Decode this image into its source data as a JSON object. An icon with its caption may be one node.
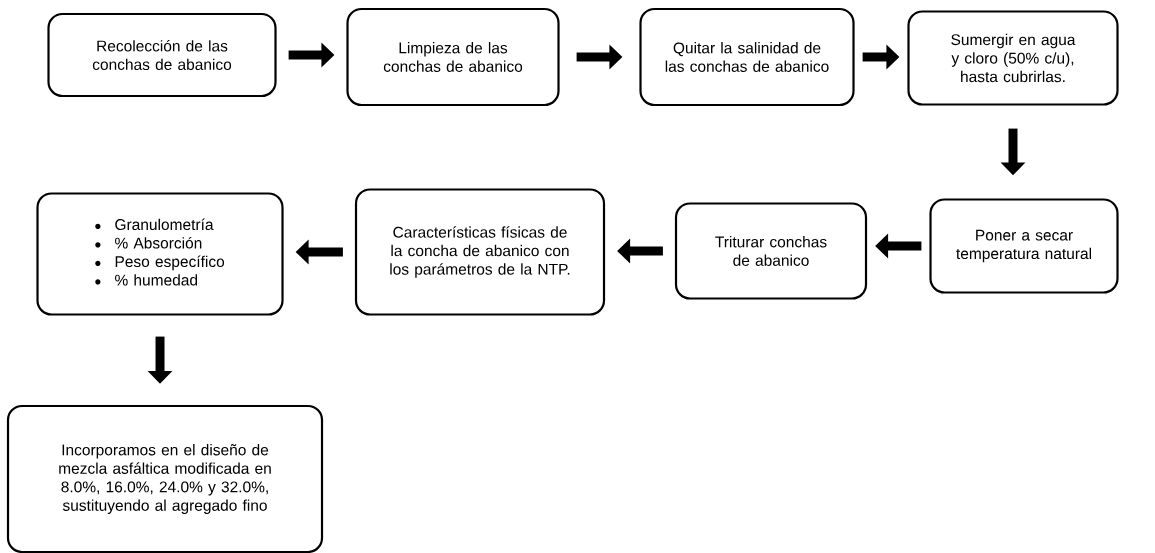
{
  "diagram": {
    "nodes": [
      {
        "text": [
          "Recolección de las conchas de abanico"
        ]
      },
      {
        "text": [
          "Limpieza de las conchas de abanico"
        ]
      },
      {
        "text": [
          "Quitar la salinidad de las conchas de abanico"
        ]
      },
      {
        "text": [
          "Sumergir en agua y cloro (50% c/u), hasta cubrirlas."
        ]
      },
      {
        "text": [
          "Poner a secar temperatura natural"
        ]
      },
      {
        "text": [
          "Triturar conchas de abanico"
        ]
      },
      {
        "text": [
          "Características físicas de la concha de abanico con los parámetros de la NTP."
        ]
      },
      {
        "text": [
          "Granulometría",
          "% Absorción",
          "Peso específico",
          "% humedad"
        ]
      },
      {
        "text": [
          "Incorporamos en el diseño de mezcla asfáltica modificada en 8.0%, 16.0%, 24.0% y 32.0%, sustituyendo al agregado fino"
        ]
      }
    ],
    "edges": [
      {
        "from": 0,
        "to": 1,
        "arrow": "to"
      },
      {
        "from": 1,
        "to": 2,
        "arrow": "to"
      },
      {
        "from": 2,
        "to": 3,
        "arrow": "to"
      },
      {
        "from": 3,
        "to": 4,
        "arrow": "to"
      },
      {
        "from": 4,
        "to": 5,
        "arrow": "to"
      },
      {
        "from": 5,
        "to": 6,
        "arrow": "to"
      },
      {
        "from": 6,
        "to": 7,
        "arrow": "to"
      },
      {
        "from": 7,
        "to": 8,
        "arrow": "to"
      }
    ]
  }
}
